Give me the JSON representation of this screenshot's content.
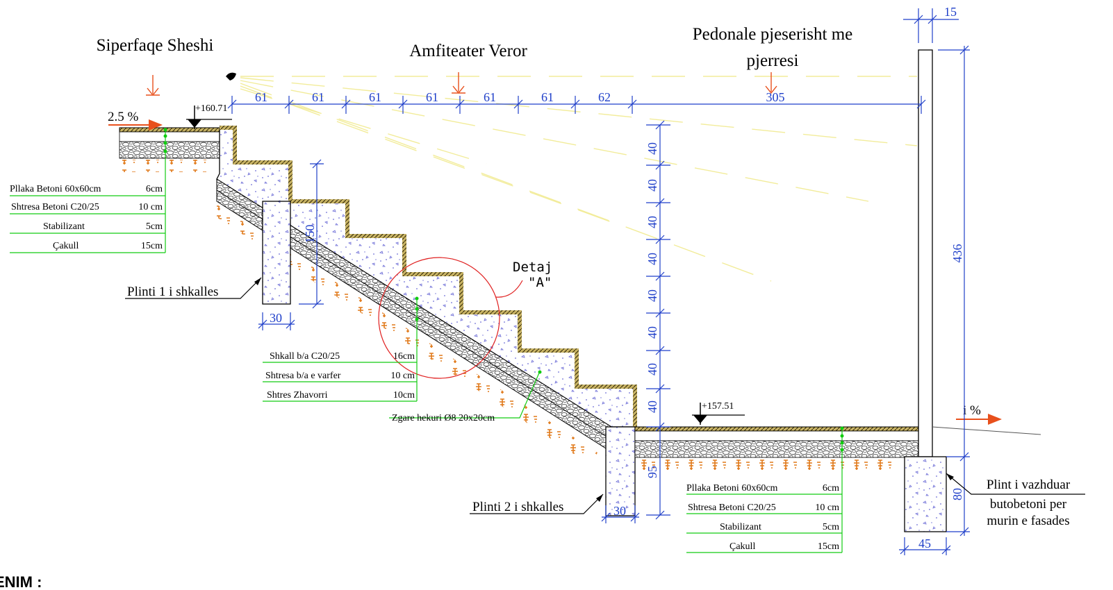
{
  "titles": {
    "siperfaqe": "Siperfaqe Sheshi",
    "amfiteater": "Amfiteater Veror",
    "pedonale_line1": "Pedonale pjeserisht me",
    "pedonale_line2": "pjerresi"
  },
  "slopes": {
    "top_left": "2.5 %",
    "right": "i %"
  },
  "elevations": {
    "top": "+160.71",
    "bottom": "+157.51"
  },
  "dimensions": {
    "top_widths": [
      "61",
      "61",
      "61",
      "61",
      "61",
      "61",
      "62",
      "305"
    ],
    "wall_thickness": "15",
    "wall_height": "436",
    "risers": [
      "40",
      "40",
      "40",
      "40",
      "40",
      "40",
      "40",
      "40"
    ],
    "plinth1_depth": "150",
    "plinth1_width": "30",
    "plinth2_width": "30",
    "plinth2_depth": "95",
    "foundation_height": "80",
    "foundation_width": "45"
  },
  "layers_top": [
    {
      "name": "Pllaka Betoni 60x60cm",
      "value": "6cm"
    },
    {
      "name": "Shtresa Betoni C20/25",
      "value": "10 cm"
    },
    {
      "name": "Stabilizant",
      "value": "5cm"
    },
    {
      "name": "Çakull",
      "value": "15cm"
    }
  ],
  "layers_stair": [
    {
      "name": "Shkall b/a C20/25",
      "value": "16cm"
    },
    {
      "name": "Shtresa b/a e varfer",
      "value": "10 cm"
    },
    {
      "name": "Shtres Zhavorri",
      "value": "10cm"
    }
  ],
  "layers_bottom": [
    {
      "name": "Pllaka Betoni 60x60cm",
      "value": "6cm"
    },
    {
      "name": "Shtresa Betoni C20/25",
      "value": "10 cm"
    },
    {
      "name": "Stabilizant",
      "value": "5cm"
    },
    {
      "name": "Çakull",
      "value": "15cm"
    }
  ],
  "callouts": {
    "plinth1": "Plinti 1 i shkalles",
    "plinth2": "Plinti 2 i shkalles",
    "rebar": "Zgare hekuri Ø8 20x20cm",
    "detail_line1": "Detaj",
    "detail_line2": "\"A\"",
    "wall_line1": "Plint i vazhduar",
    "wall_line2": "butobetoni per",
    "wall_line3": "murin e fasades"
  },
  "footer_note": "ENIM :",
  "colors": {
    "dimension": "#1f3fc9",
    "leader_green": "#11cc11",
    "slope_arrow": "#e8501c",
    "detail_circle": "#e02020",
    "light_ray": "#f2ec9a",
    "earth_hatch": "#e07818"
  }
}
